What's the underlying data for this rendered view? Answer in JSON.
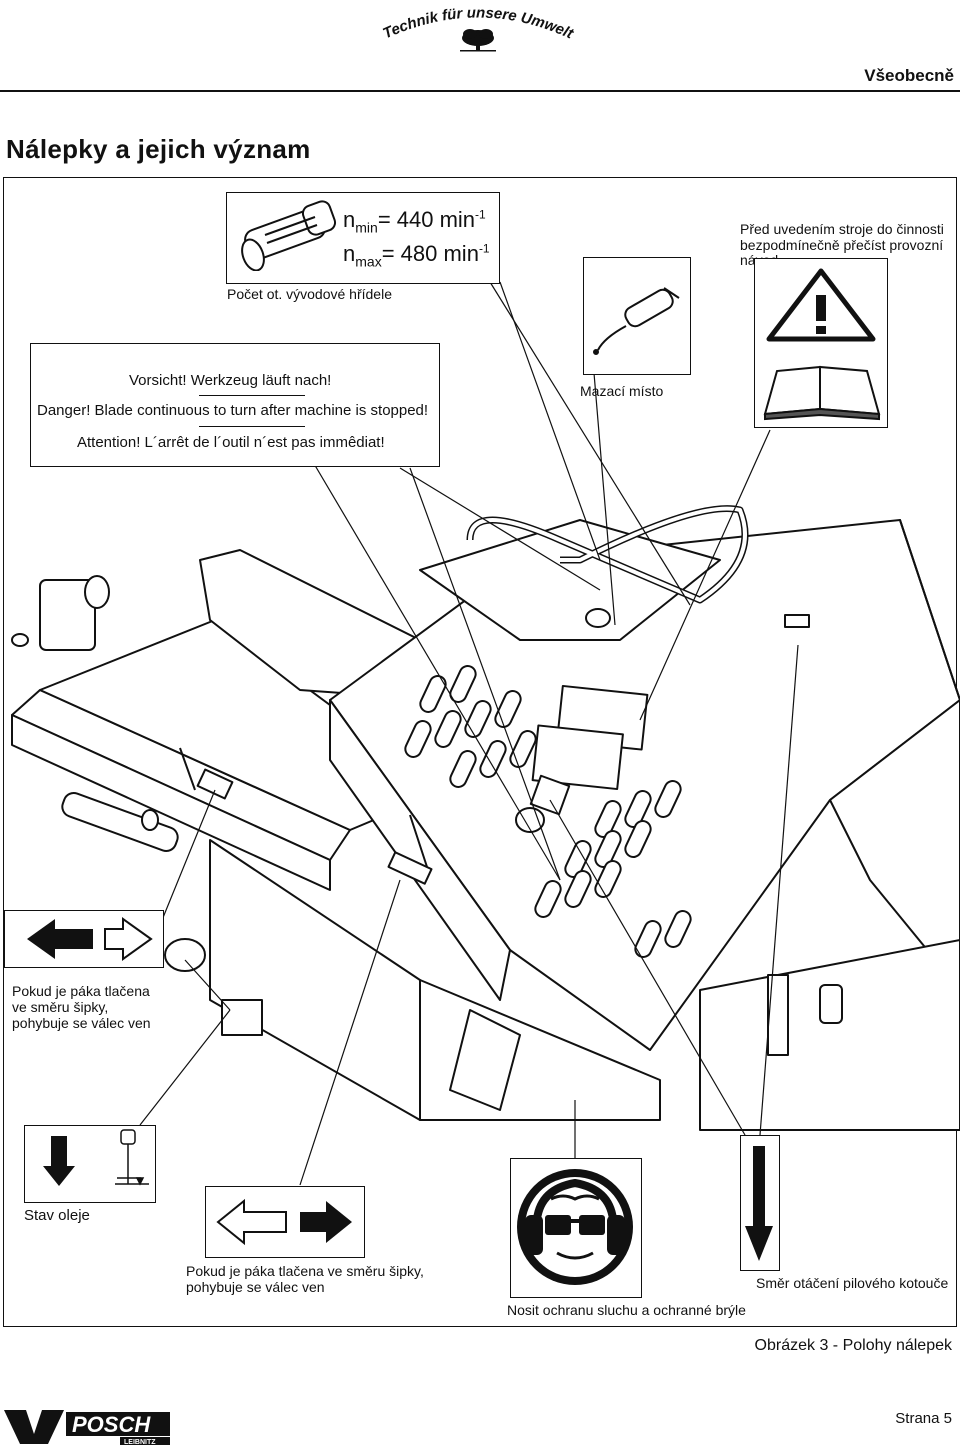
{
  "header": {
    "tagline": "Technik für unsere Umwelt",
    "section": "Všeobecně"
  },
  "page_title": "Nálepky a jejich význam",
  "labels": {
    "pto_speed": {
      "n_min": "n",
      "n_min_sub": "min",
      "n_min_value": "= 440 min",
      "n_max": "n",
      "n_max_sub": "max",
      "n_max_value": "= 480 min",
      "exponent": "-1",
      "caption": "Počet ot. vývodové hřídele"
    },
    "manual_notice": {
      "line1": "Před uvedením stroje do činnosti",
      "line2": "bezpodmínečně přečíst provozní  návod"
    },
    "warning_sticker": {
      "line1": "Vorsicht! Werkzeug läuft nach!",
      "line2": "Danger! Blade continuous to turn after machine is stopped!",
      "line3": "Attention! L´arrêt de l´outil n´est pas immêdiat!"
    },
    "lubrication": "Mazací místo",
    "lever_left": {
      "line1": "Pokud je páka tlačena",
      "line2": "ve směru šipky,",
      "line3": "pohybuje se válec ven"
    },
    "oil_level": "Stav oleje",
    "lever_bottom": {
      "line1": "Pokud je páka tlačena ve směru šipky,",
      "line2": "pohybuje se válec ven"
    },
    "protection": "Nosit ochranu sluchu a ochranné brýle",
    "rotation": "Směr otáčení pilového kotouče"
  },
  "figure_caption": "Obrázek 3 - Polohy nálepek",
  "footer": {
    "brand": "POSCH",
    "brand_sub": "LEIBNITZ",
    "page": "Strana 5"
  }
}
